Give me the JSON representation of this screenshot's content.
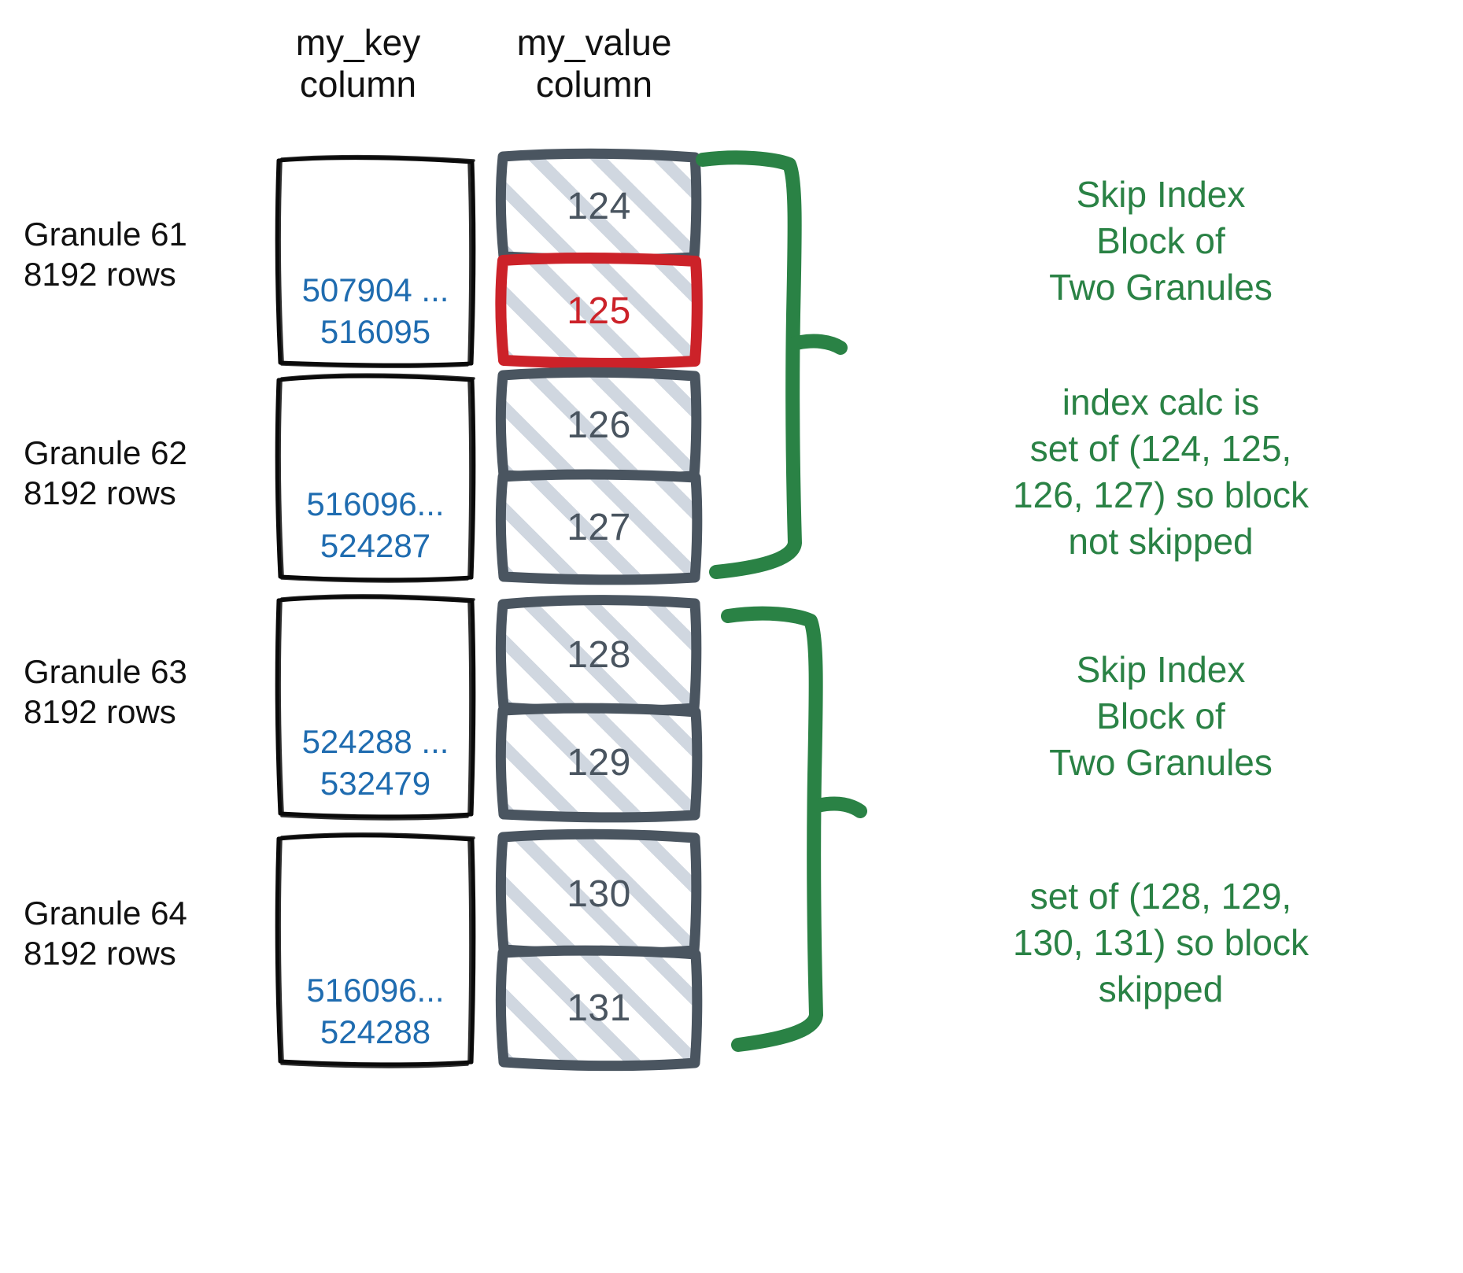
{
  "headers": {
    "key_column": "my_key\ncolumn",
    "value_column": "my_value\ncolumn"
  },
  "colors": {
    "key_text": "#1f6cb0",
    "value_text": "#4a5560",
    "highlight": "#cc2229",
    "annotation": "#2a8245",
    "box_border": "#4a5560",
    "hatch": "#c8d0da"
  },
  "granules": [
    {
      "label": "Granule 61\n8192 rows",
      "key_range": "507904 ...\n516095",
      "values": [
        {
          "value": "124",
          "highlighted": false
        },
        {
          "value": "125",
          "highlighted": true
        }
      ]
    },
    {
      "label": "Granule 62\n8192 rows",
      "key_range": "516096...\n524287",
      "values": [
        {
          "value": "126",
          "highlighted": false
        },
        {
          "value": "127",
          "highlighted": false
        }
      ]
    },
    {
      "label": "Granule 63\n8192 rows",
      "key_range": "524288 ...\n532479",
      "values": [
        {
          "value": "128",
          "highlighted": false
        },
        {
          "value": "129",
          "highlighted": false
        }
      ]
    },
    {
      "label": "Granule 64\n8192 rows",
      "key_range": "516096...\n524288",
      "values": [
        {
          "value": "130",
          "highlighted": false
        },
        {
          "value": "131",
          "highlighted": false
        }
      ]
    }
  ],
  "annotations": [
    {
      "text": "Skip Index\nBlock of\nTwo Granules"
    },
    {
      "text": "index calc is\nset of (124, 125,\n126, 127) so block\nnot skipped"
    },
    {
      "text": "Skip Index\nBlock of\nTwo Granules"
    },
    {
      "text": "set of (128, 129,\n130, 131) so block\nskipped"
    }
  ]
}
